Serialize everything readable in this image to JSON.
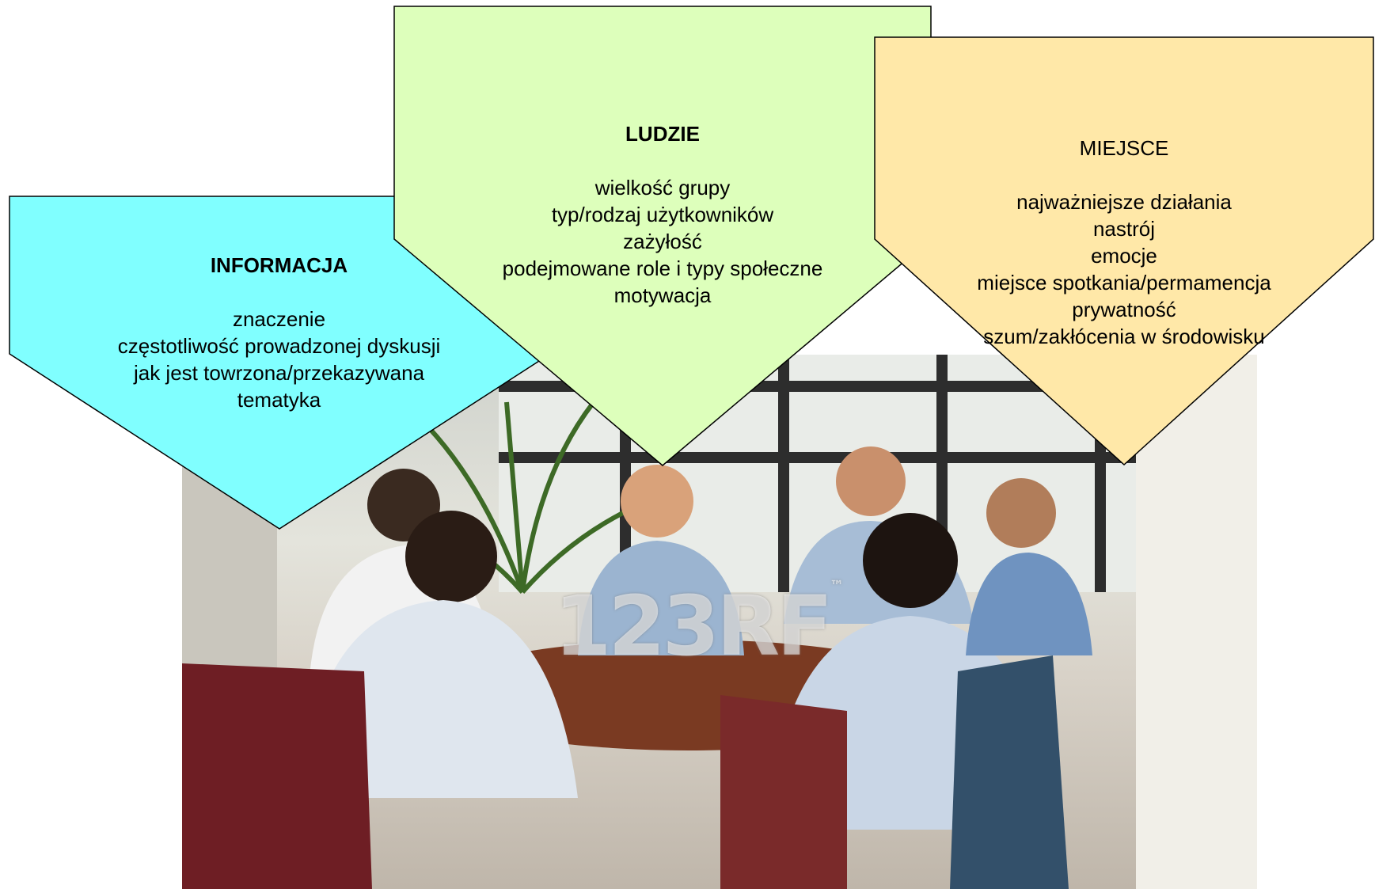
{
  "colors": {
    "informacja_fill": "#80ffff",
    "ludzie_fill": "#ddffbb",
    "miejsce_fill": "#ffe8a8",
    "outline": "#000000"
  },
  "watermark": {
    "text": "123RF",
    "mark": "™"
  },
  "callouts": {
    "informacja": {
      "title": "INFORMACJA",
      "items": [
        "znaczenie",
        "częstotliwość prowadzonej dyskusji",
        "jak jest towrzona/przekazywana",
        "tematyka"
      ]
    },
    "ludzie": {
      "title": "LUDZIE",
      "items": [
        "wielkość grupy",
        "typ/rodzaj użytkowników",
        "zażyłość",
        "podejmowane role i typy społeczne",
        "motywacja"
      ]
    },
    "miejsce": {
      "title": "MIEJSCE",
      "items": [
        "najważniejsze działania",
        "nastrój",
        "emocje",
        "miejsce spotkania/permamencja",
        "prywatność",
        "szum/zakłócenia w środowisku"
      ]
    }
  }
}
